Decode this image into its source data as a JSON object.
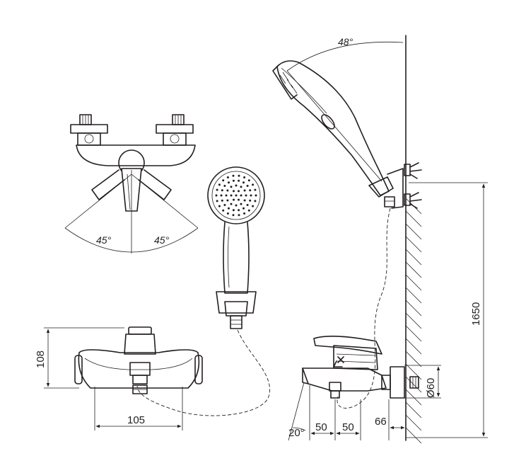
{
  "labels": {
    "top_angle": "48°",
    "mixer_angle_left": "45°",
    "mixer_angle_right": "45°",
    "height_108": "108",
    "width_105": "105",
    "height_1650": "1650",
    "diameter_60": "Ø60",
    "spout_angle": "20°",
    "dim_50_a": "50",
    "dim_50_b": "50",
    "dim_66": "66"
  },
  "colors": {
    "line": "#231f20",
    "background": "#ffffff"
  }
}
